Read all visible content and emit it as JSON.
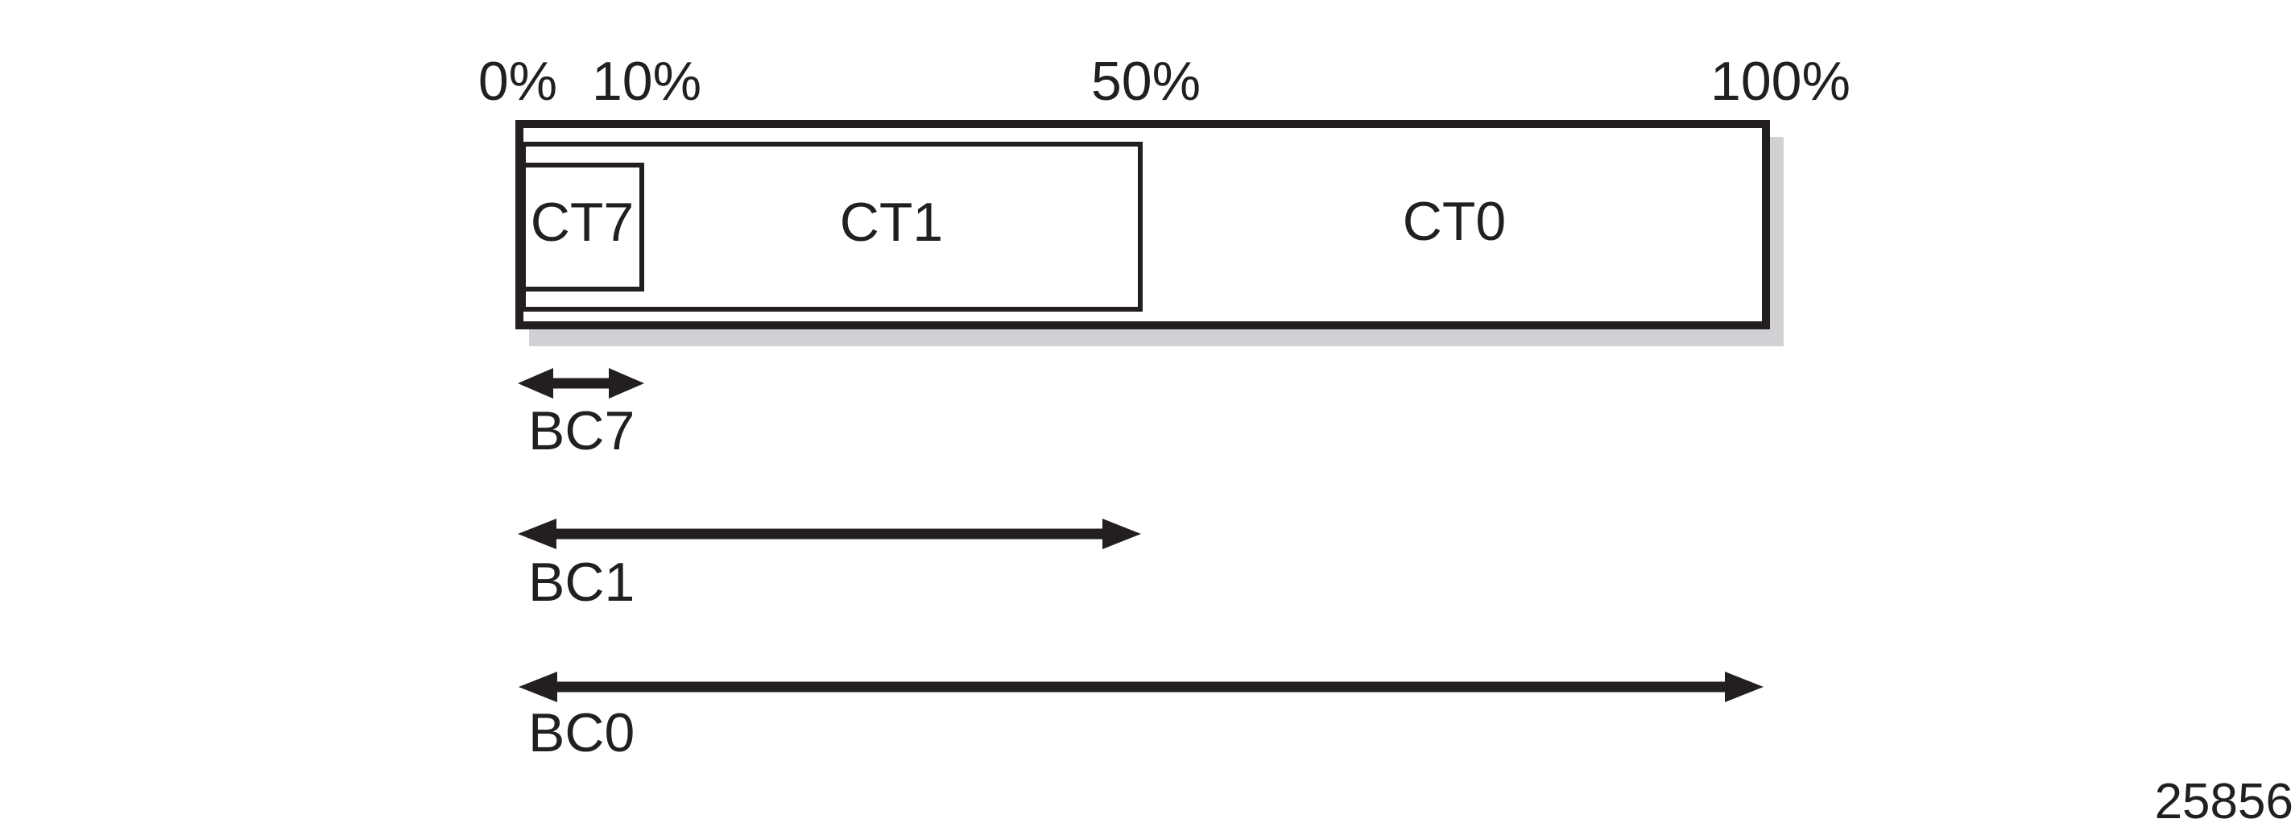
{
  "scale_labels": [
    "0%",
    "10%",
    "50%",
    "100%"
  ],
  "class_types": [
    {
      "id": "ct0",
      "label": "CT0"
    },
    {
      "id": "ct1",
      "label": "CT1"
    },
    {
      "id": "ct7",
      "label": "CT7"
    }
  ],
  "bandwidth_constraints": [
    {
      "id": "bc7",
      "label": "BC7",
      "from_percent": 0,
      "to_percent": 10
    },
    {
      "id": "bc1",
      "label": "BC1",
      "from_percent": 0,
      "to_percent": 50
    },
    {
      "id": "bc0",
      "label": "BC0",
      "from_percent": 0,
      "to_percent": 100
    }
  ],
  "figure_number": "25856",
  "colors": {
    "ink": "#231f20",
    "shadow": "#d1d1d5",
    "background": "#ffffff"
  }
}
